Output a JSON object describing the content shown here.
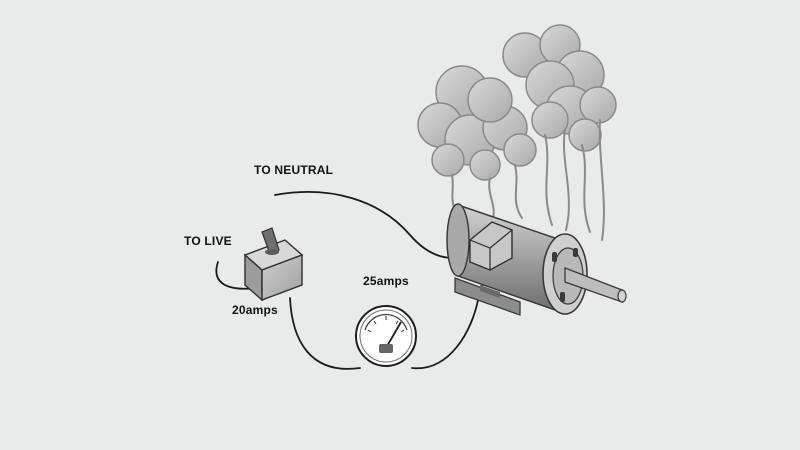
{
  "labels": {
    "to_neutral": "TO NEUTRAL",
    "to_live": "TO LIVE",
    "switch_current": "20amps",
    "meter_current": "25amps"
  },
  "colors": {
    "background": "#e9ebea",
    "wire": "#1a1a1a",
    "motor_body": "#9c9c9c",
    "smoke": "#bdbdbd",
    "switch_box": "#b9b9b9",
    "meter_face": "#ffffff"
  },
  "icons": {
    "switch": "isolator-switch-icon",
    "meter": "ammeter-icon",
    "motor": "electric-motor-icon",
    "smoke": "smoke-icon"
  }
}
